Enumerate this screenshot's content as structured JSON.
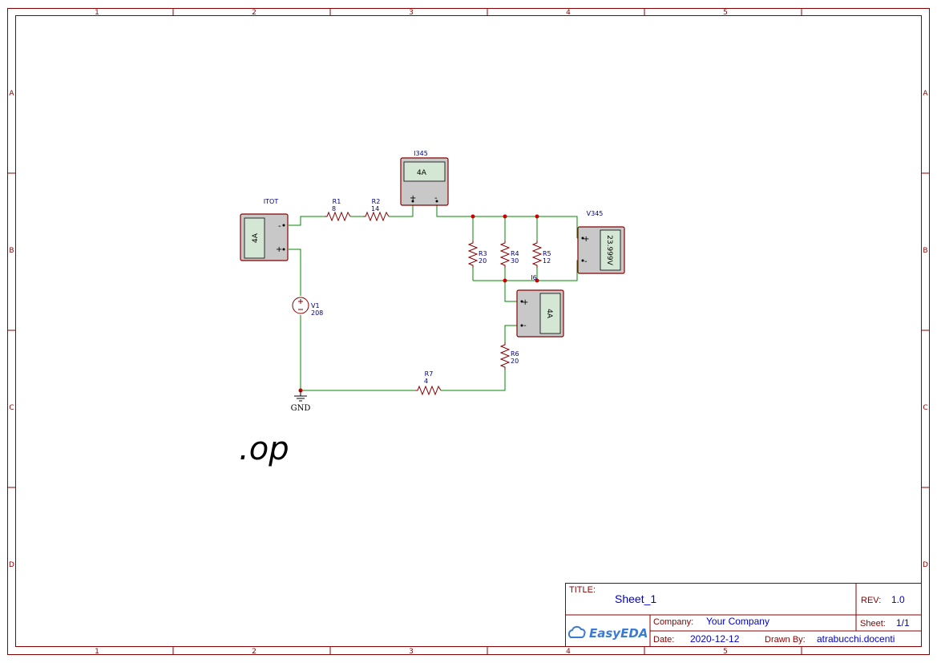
{
  "frame": {
    "columns": [
      "1",
      "2",
      "3",
      "4",
      "5"
    ],
    "rows": [
      "A",
      "B",
      "C",
      "D"
    ]
  },
  "meters": {
    "itot": {
      "name": "ITOT",
      "reading": "4A"
    },
    "i345": {
      "name": "I345",
      "reading": "4A"
    },
    "v345": {
      "name": "V345",
      "reading": "23.999V"
    },
    "i6": {
      "name": "I6",
      "reading": "4A"
    }
  },
  "components": {
    "r1": {
      "name": "R1",
      "value": "8"
    },
    "r2": {
      "name": "R2",
      "value": "14"
    },
    "r3": {
      "name": "R3",
      "value": "20"
    },
    "r4": {
      "name": "R4",
      "value": "30"
    },
    "r5": {
      "name": "R5",
      "value": "12"
    },
    "r6": {
      "name": "R6",
      "value": "20"
    },
    "r7": {
      "name": "R7",
      "value": "4"
    },
    "v1": {
      "name": "V1",
      "value": "208"
    },
    "gnd": {
      "name": "GND"
    }
  },
  "analysis": {
    "command": ".op"
  },
  "title_block": {
    "title_label": "TITLE:",
    "title_value": "Sheet_1",
    "rev_label": "REV:",
    "rev_value": "1.0",
    "company_label": "Company:",
    "company_value": "Your Company",
    "sheet_label": "Sheet:",
    "sheet_value": "1/1",
    "date_label": "Date:",
    "date_value": "2020-12-12",
    "drawn_by_label": "Drawn By:",
    "drawn_by_value": "atrabucchi.docenti",
    "logo_text": "EasyEDA"
  },
  "colors": {
    "frame": "#880000",
    "wire": "#008800",
    "label": "#000080",
    "junction": "#cc0000",
    "meter_screen": "#d4e6d4"
  }
}
